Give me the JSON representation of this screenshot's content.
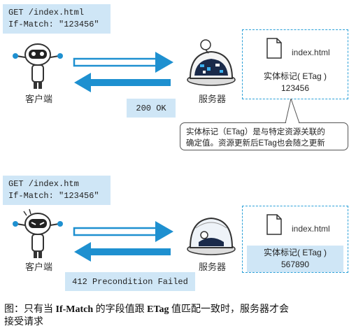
{
  "top": {
    "request_line1": "GET /index.html",
    "request_line2": "If-Match: \"123456\"",
    "client_label": "客户端",
    "server_label": "服务器",
    "response": "200 OK",
    "file_name": "index.html",
    "etag_label": "实体标记( ETag )",
    "etag_value": "123456",
    "callout_line1": "实体标记（ETag）是与特定资源关联的",
    "callout_line2": "确定值。资源更新后ETag也会随之更新"
  },
  "bottom": {
    "request_line1": "GET /index.htm",
    "request_line2": "If-Match: \"123456\"",
    "client_label": "客户端",
    "server_label": "服务器",
    "response": "412 Precondition Failed",
    "file_name": "index.html",
    "etag_label": "实体标记( ETag )",
    "etag_value": "567890"
  },
  "caption": {
    "prefix": "图：只有当 ",
    "field1": "If-Match",
    "mid1": " 的字段值跟 ",
    "field2": "ETag",
    "mid2": " 值匹配一致时，服务器才会",
    "line2": "接受请求"
  },
  "colors": {
    "arrow": "#1e90d0",
    "box_fill": "#cfe6f6",
    "dash_border": "#2aa0d8",
    "etag_highlight": "#cfe6f6"
  }
}
